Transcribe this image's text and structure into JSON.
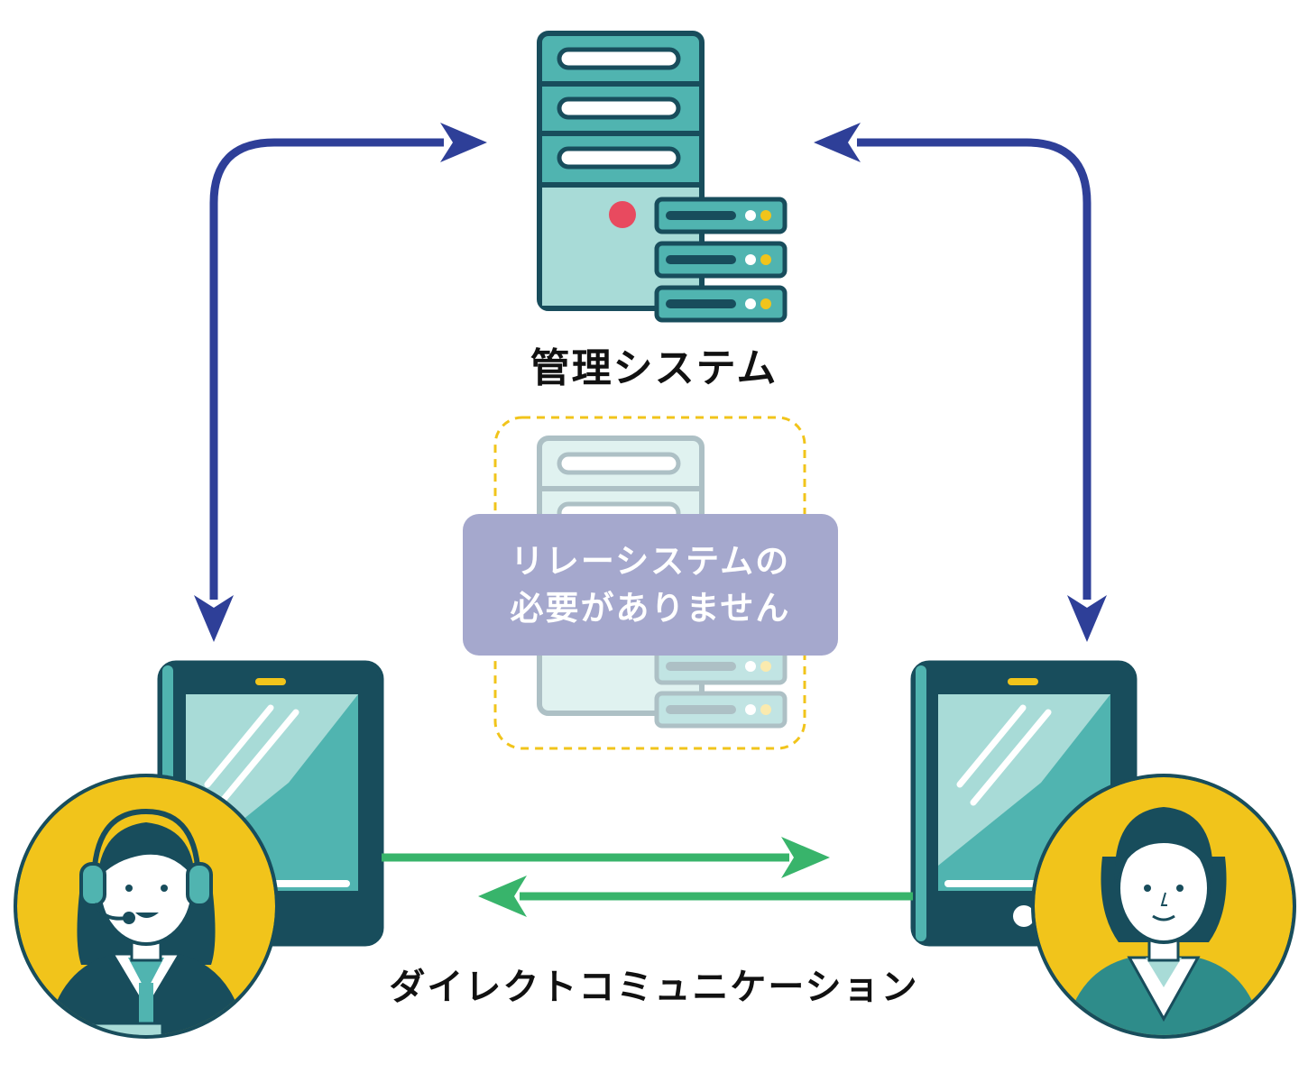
{
  "diagram": {
    "server_label": "管理システム",
    "relay_note": {
      "line1": "リレーシステムの",
      "line2": "必要がありません"
    },
    "direct_label": "ダイレクトコミュニケーション"
  },
  "nodes": [
    {
      "id": "management-server",
      "icon": "server-icon"
    },
    {
      "id": "relay-server",
      "icon": "server-icon",
      "state": "not-needed"
    },
    {
      "id": "left-tablet",
      "icon": "tablet-icon"
    },
    {
      "id": "right-tablet",
      "icon": "tablet-icon"
    },
    {
      "id": "operator",
      "icon": "operator-headset-avatar"
    },
    {
      "id": "user",
      "icon": "user-avatar"
    }
  ],
  "colors": {
    "server_link": "#2e3f98",
    "direct_link": "#38b46b",
    "teal": "#50b4b0",
    "teal_light": "#a8dbd7",
    "dark": "#184d5c",
    "yellow": "#f1c41b",
    "red_light": "#e84a5f",
    "relay_box": "#a5a8cd",
    "dashed_border": "#f1c41b"
  }
}
